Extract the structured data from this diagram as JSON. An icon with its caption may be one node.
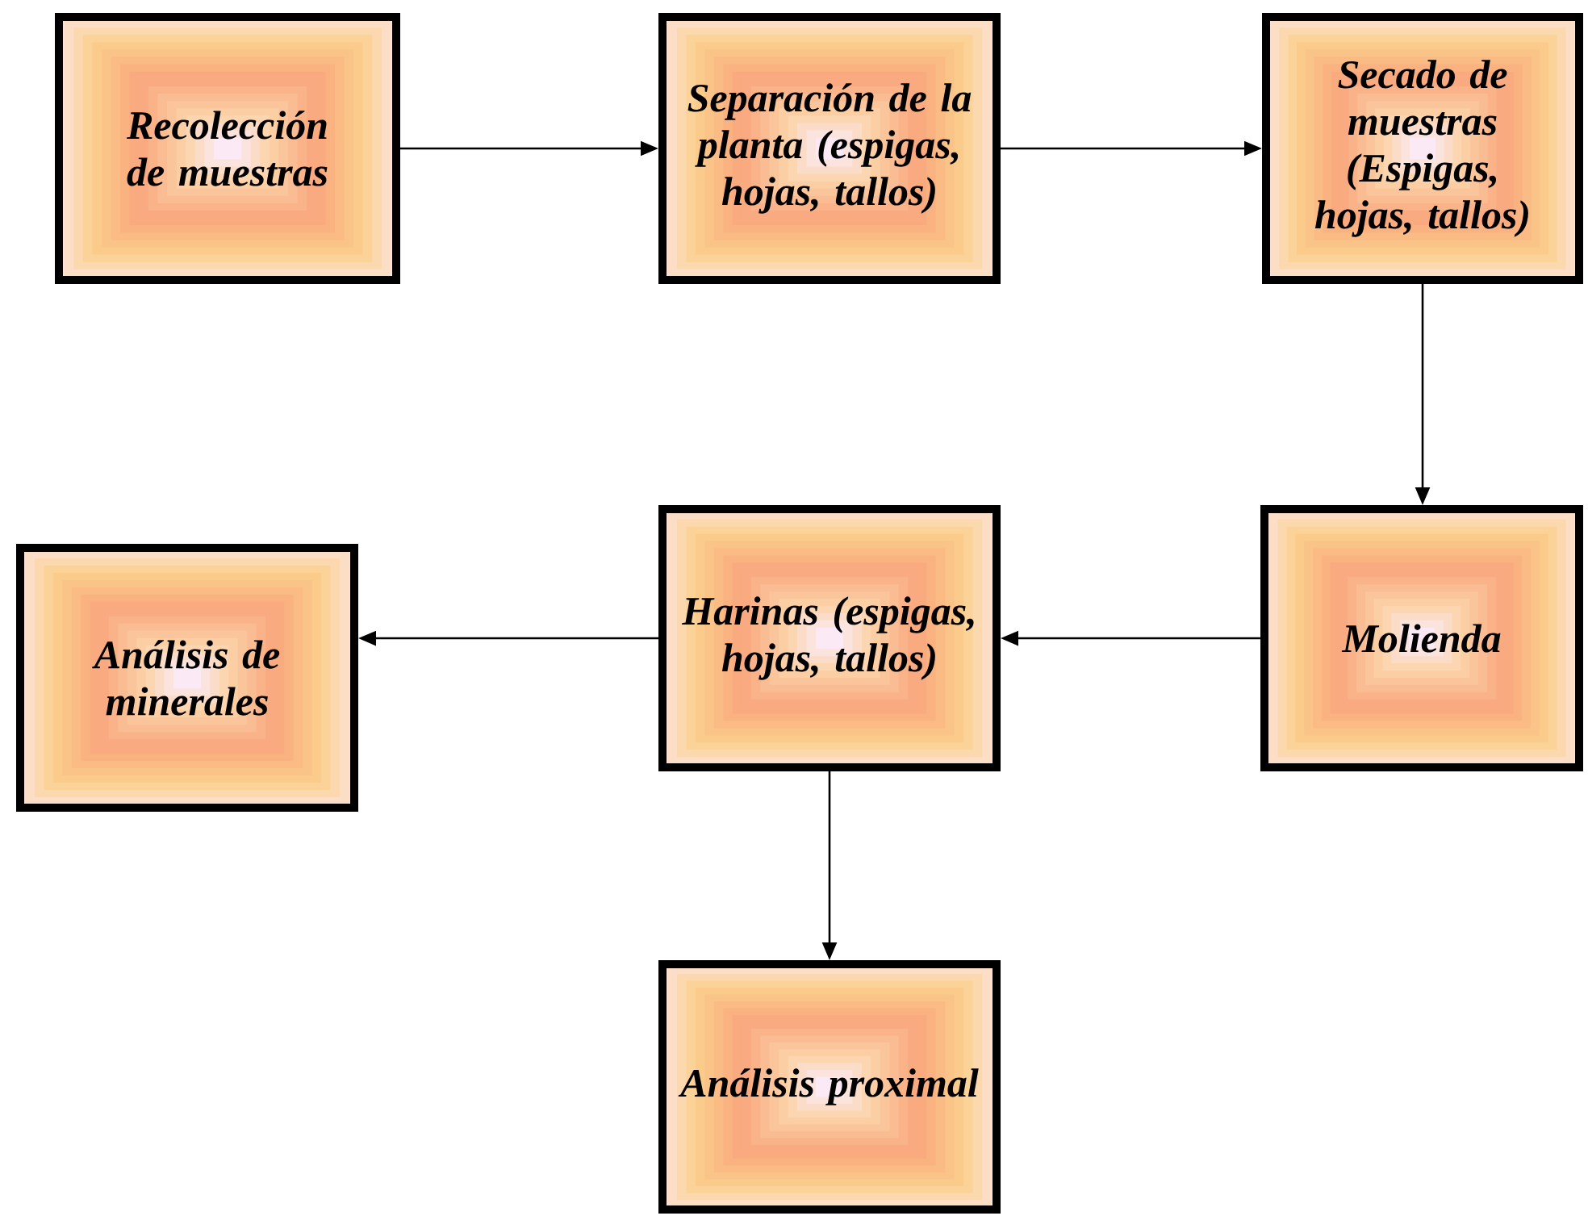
{
  "diagram": {
    "nodes": [
      {
        "text": [
          "Recolección de muestras"
        ]
      },
      {
        "text": [
          "Separación de la planta (espigas, hojas, tallos)"
        ]
      },
      {
        "text": [
          "Secado de muestras (Espigas, hojas, tallos)"
        ]
      },
      {
        "text": [
          "Análisis de minerales"
        ]
      },
      {
        "text": [
          "Harinas (espigas, hojas, tallos)"
        ]
      },
      {
        "text": [
          "Molienda"
        ]
      },
      {
        "text": [
          "Análisis proximal"
        ]
      }
    ],
    "edges": [
      {
        "from": 0,
        "to": 1,
        "arrow": "to"
      },
      {
        "from": 1,
        "to": 2,
        "arrow": "to"
      },
      {
        "from": 2,
        "to": 5,
        "arrow": "to"
      },
      {
        "from": 5,
        "to": 4,
        "arrow": "to"
      },
      {
        "from": 4,
        "to": 3,
        "arrow": "to"
      },
      {
        "from": 4,
        "to": 6,
        "arrow": "to"
      }
    ]
  }
}
